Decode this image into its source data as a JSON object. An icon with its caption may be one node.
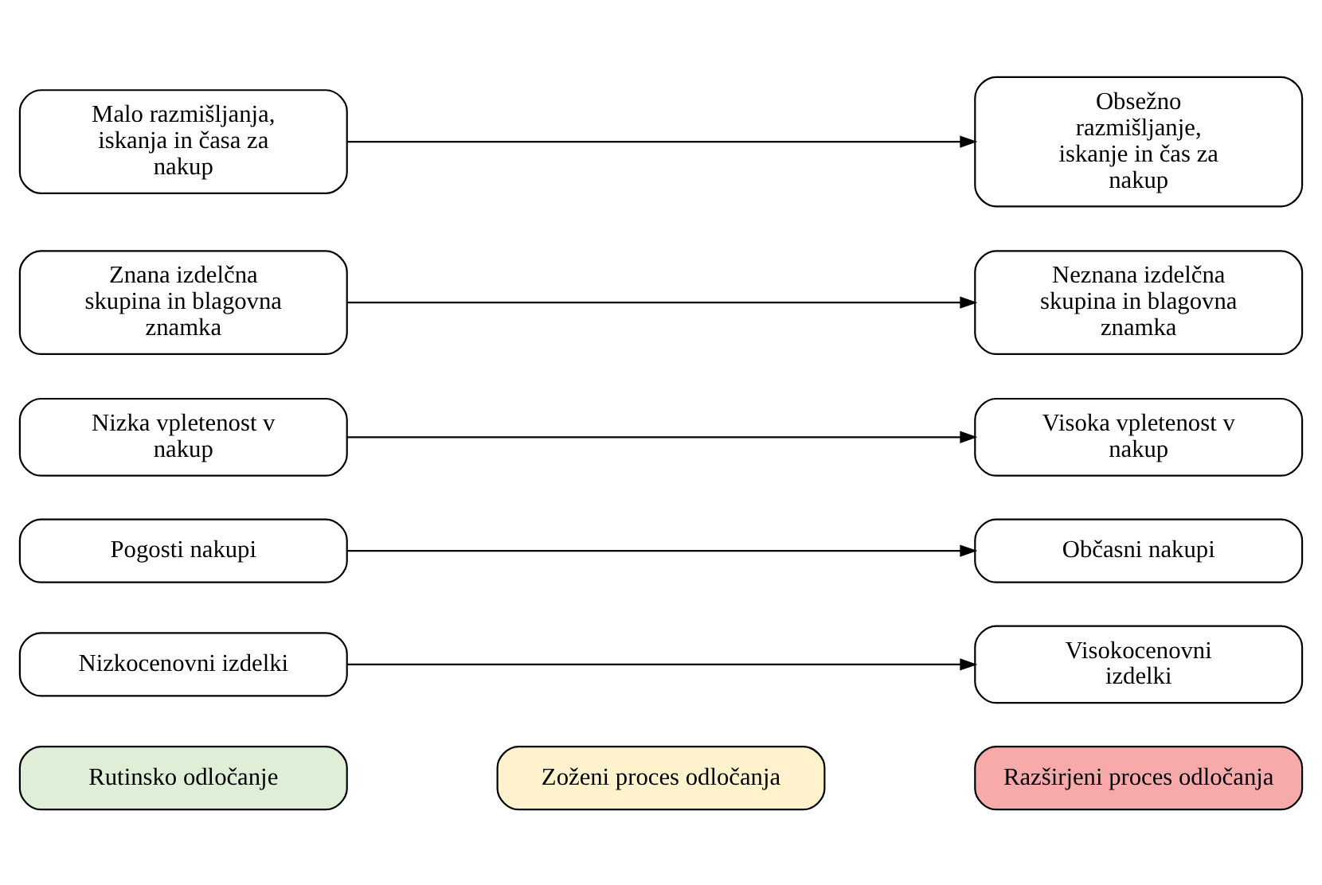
{
  "diagram": {
    "nodes": [
      {
        "text": [
          "Rutinsko odločanje"
        ]
      },
      {
        "text": [
          "Zoženi proces odločanja"
        ]
      },
      {
        "text": [
          "Razširjeni proces odločanja"
        ]
      },
      {
        "text": [
          "Nizkocenovni izdelki"
        ]
      },
      {
        "text": [
          "Visokocenovni izdelki"
        ]
      },
      {
        "text": [
          "Pogosti nakupi"
        ]
      },
      {
        "text": [
          "Občasni nakupi"
        ]
      },
      {
        "text": [
          "Nizka vpletenost v nakup"
        ]
      },
      {
        "text": [
          "Visoka vpletenost v nakup"
        ]
      },
      {
        "text": [
          "Znana izdelčna skupina in blagovna znamka"
        ]
      },
      {
        "text": [
          "Neznana izdelčna skupina in blagovna znamka"
        ]
      },
      {
        "text": [
          "Malo razmišljanja, iskanja in časa za nakup"
        ]
      },
      {
        "text": [
          "Obsežno razmišljanje, iskanje in čas za nakup"
        ]
      }
    ],
    "edges": [
      {
        "from": 3,
        "to": 4,
        "arrow": "to"
      },
      {
        "from": 5,
        "to": 6,
        "arrow": "to"
      },
      {
        "from": 7,
        "to": 8,
        "arrow": "to"
      },
      {
        "from": 9,
        "to": 10,
        "arrow": "to"
      },
      {
        "from": 11,
        "to": 12,
        "arrow": "to"
      }
    ]
  }
}
